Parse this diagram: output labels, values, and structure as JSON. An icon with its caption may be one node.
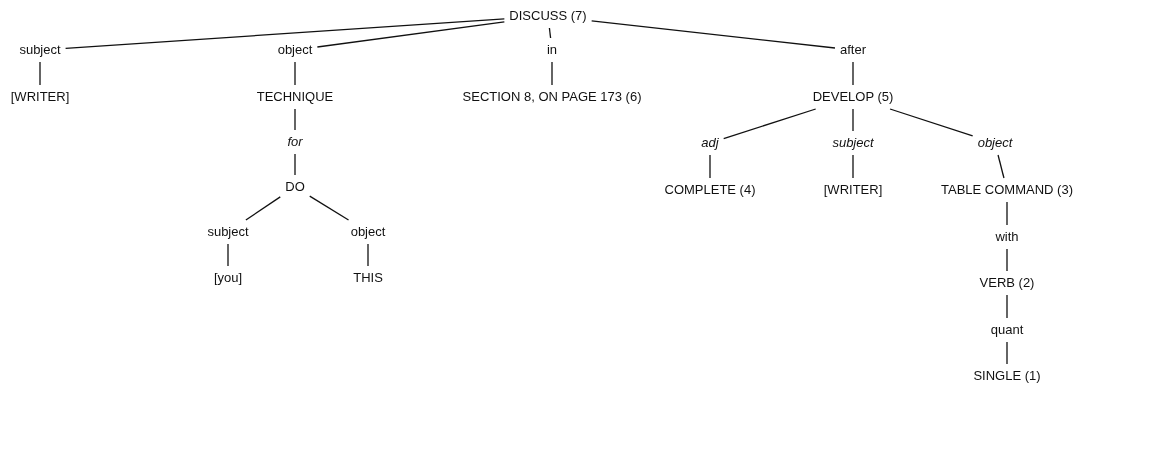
{
  "diagram": {
    "nodes": [
      {
        "text": [
          "DISCUSS (7)"
        ]
      },
      {
        "text": [
          "subject"
        ]
      },
      {
        "text": [
          "object"
        ]
      },
      {
        "text": [
          "in"
        ]
      },
      {
        "text": [
          "after"
        ]
      },
      {
        "text": [
          "[WRITER]"
        ]
      },
      {
        "text": [
          "TECHNIQUE"
        ]
      },
      {
        "text": [
          "SECTION 8, ON PAGE 173 (6)"
        ]
      },
      {
        "text": [
          "DEVELOP (5)"
        ]
      },
      {
        "text": [
          "for"
        ]
      },
      {
        "text": [
          "adj"
        ]
      },
      {
        "text": [
          "subject"
        ]
      },
      {
        "text": [
          "object"
        ]
      },
      {
        "text": [
          "DO"
        ]
      },
      {
        "text": [
          "COMPLETE (4)"
        ]
      },
      {
        "text": [
          "[WRITER]"
        ]
      },
      {
        "text": [
          "TABLE COMMAND (3)"
        ]
      },
      {
        "text": [
          "subject"
        ]
      },
      {
        "text": [
          "object"
        ]
      },
      {
        "text": [
          "with"
        ]
      },
      {
        "text": [
          "[you]"
        ]
      },
      {
        "text": [
          "THIS"
        ]
      },
      {
        "text": [
          "VERB (2)"
        ]
      },
      {
        "text": [
          "quant"
        ]
      },
      {
        "text": [
          "SINGLE (1)"
        ]
      }
    ],
    "edges": [
      {
        "from": 0,
        "to": 1,
        "arrow": "none"
      },
      {
        "from": 0,
        "to": 2,
        "arrow": "none"
      },
      {
        "from": 0,
        "to": 3,
        "arrow": "none"
      },
      {
        "from": 0,
        "to": 4,
        "arrow": "none"
      },
      {
        "from": 1,
        "to": 5,
        "arrow": "none"
      },
      {
        "from": 2,
        "to": 6,
        "arrow": "none"
      },
      {
        "from": 3,
        "to": 7,
        "arrow": "none"
      },
      {
        "from": 4,
        "to": 8,
        "arrow": "none"
      },
      {
        "from": 6,
        "to": 9,
        "arrow": "none"
      },
      {
        "from": 9,
        "to": 13,
        "arrow": "none"
      },
      {
        "from": 8,
        "to": 10,
        "arrow": "none"
      },
      {
        "from": 8,
        "to": 11,
        "arrow": "none"
      },
      {
        "from": 8,
        "to": 12,
        "arrow": "none"
      },
      {
        "from": 10,
        "to": 14,
        "arrow": "none"
      },
      {
        "from": 11,
        "to": 15,
        "arrow": "none"
      },
      {
        "from": 12,
        "to": 16,
        "arrow": "none"
      },
      {
        "from": 13,
        "to": 17,
        "arrow": "none"
      },
      {
        "from": 13,
        "to": 18,
        "arrow": "none"
      },
      {
        "from": 17,
        "to": 20,
        "arrow": "none"
      },
      {
        "from": 18,
        "to": 21,
        "arrow": "none"
      },
      {
        "from": 16,
        "to": 19,
        "arrow": "none"
      },
      {
        "from": 19,
        "to": 22,
        "arrow": "none"
      },
      {
        "from": 22,
        "to": 23,
        "arrow": "none"
      },
      {
        "from": 23,
        "to": 24,
        "arrow": "none"
      }
    ]
  }
}
